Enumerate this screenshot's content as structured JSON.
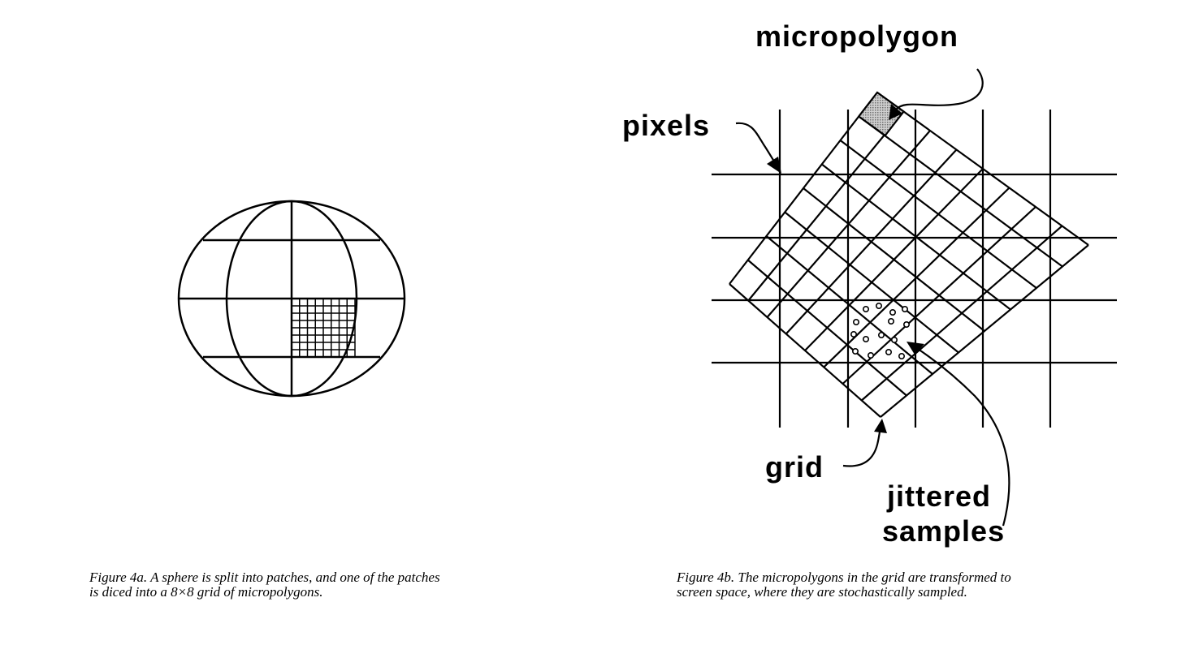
{
  "figure_a": {
    "caption_line1": "Figure 4a.  A sphere is split into patches, and one of the patches",
    "caption_line2": "is diced into a 8×8 grid of micropolygons."
  },
  "figure_b": {
    "labels": {
      "micropolygon": "micropolygon",
      "pixels": "pixels",
      "grid": "grid",
      "jittered": "jittered",
      "samples": "samples"
    },
    "caption_line1": "Figure 4b.  The micropolygons in the grid are transformed to",
    "caption_line2": "screen space, where they are stochastically sampled."
  },
  "colors": {
    "ink": "#000000",
    "micropolygon_fill": "#b0b0b0"
  }
}
